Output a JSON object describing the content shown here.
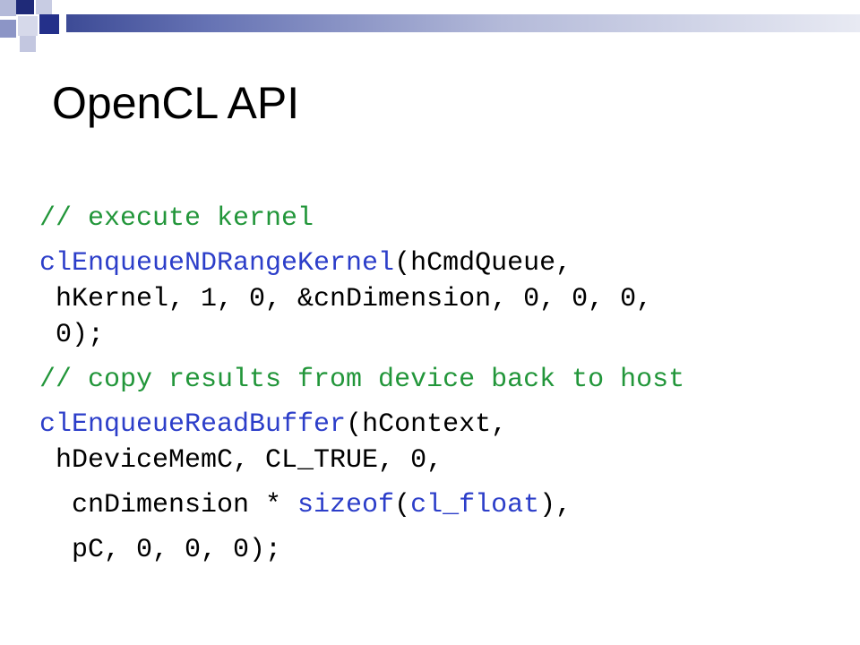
{
  "slide": {
    "title": "OpenCL API",
    "colors": {
      "comment": "#22963a",
      "function": "#2c3ec9",
      "text": "#000000",
      "deco_dark": "#1f2a78",
      "deco_mid": "#6673b4",
      "deco_light": "#b4bad9"
    }
  },
  "code": {
    "comment1": "// execute kernel",
    "call1_fn": "clEnqueueNDRangeKernel",
    "call1_l1": "(hCmdQueue,",
    "call1_l2": " hKernel, 1, 0, &cnDimension, 0, 0, 0,",
    "call1_l3": " 0);",
    "comment2": "// copy results from device back to host",
    "call2_fn": "clEnqueueReadBuffer",
    "call2_l1": "(hContext,",
    "call2_l2": " hDeviceMemC, CL_TRUE, 0,",
    "call2_l3_pre": "  cnDimension * ",
    "call2_l3_fn1": "sizeof",
    "call2_l3_mid": "(",
    "call2_l3_fn2": "cl_float",
    "call2_l3_post": "),",
    "call2_l4": "  pC, 0, 0, 0);"
  }
}
